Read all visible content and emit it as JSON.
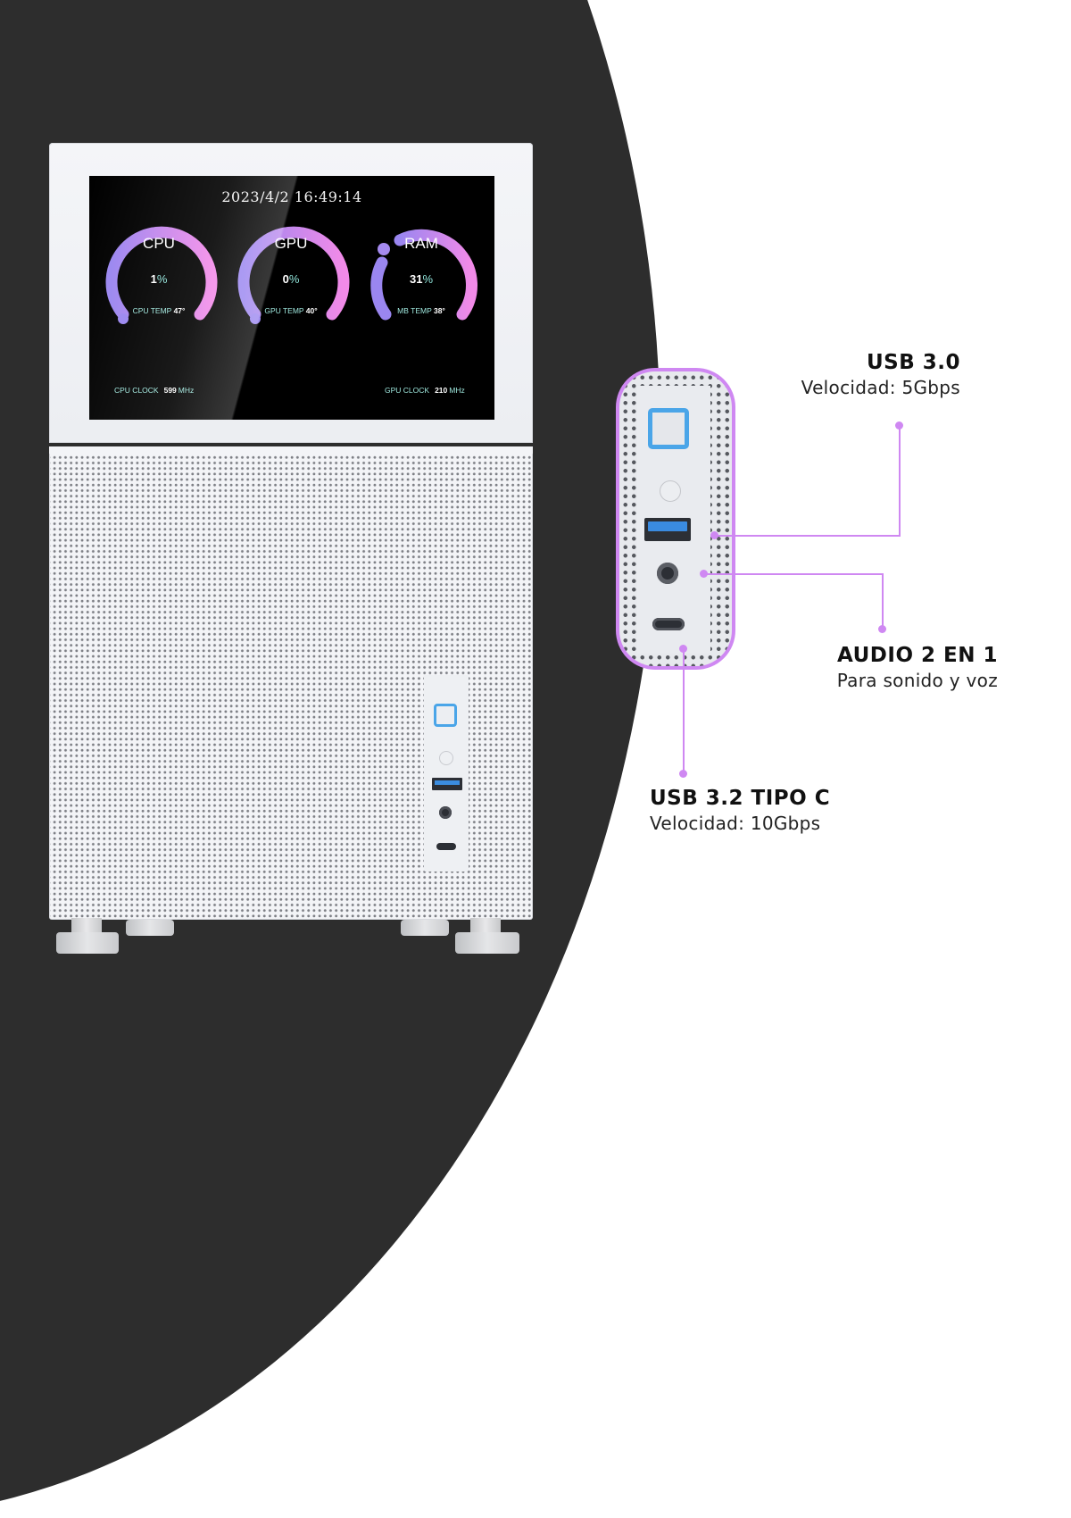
{
  "colors": {
    "background_dark": "#2d2d2d",
    "accent_callout": "#cf88f2",
    "power_led": "#4aa5e8",
    "gauge_gradient_start": "#9a86f0",
    "gauge_gradient_end": "#f28ae8",
    "screen_text_accent": "#9fe8de"
  },
  "screen": {
    "datetime": "2023/4/2  16:49:14",
    "gauges": [
      {
        "title": "CPU",
        "value": "1",
        "unit": "%",
        "temp_label": "CPU TEMP",
        "temp_value": "47°"
      },
      {
        "title": "GPU",
        "value": "0",
        "unit": "%",
        "temp_label": "GPU TEMP",
        "temp_value": "40°"
      },
      {
        "title": "RAM",
        "value": "31",
        "unit": "%",
        "temp_label": "MB TEMP",
        "temp_value": "38°"
      }
    ],
    "cpu_clock": {
      "label": "CPU CLOCK",
      "value": "599",
      "unit": "MHz"
    },
    "gpu_clock": {
      "label": "GPU CLOCK",
      "value": "210",
      "unit": "MHz"
    }
  },
  "callouts": [
    {
      "title": "USB 3.0",
      "subtitle": "Velocidad: 5Gbps"
    },
    {
      "title": "AUDIO 2 EN 1",
      "subtitle": "Para sonido y voz"
    },
    {
      "title": "USB 3.2 TIPO C",
      "subtitle": "Velocidad: 10Gbps"
    }
  ],
  "io_ports": [
    "power-button",
    "reset-button",
    "usb-3.0-port",
    "audio-jack",
    "usb-c-port"
  ]
}
